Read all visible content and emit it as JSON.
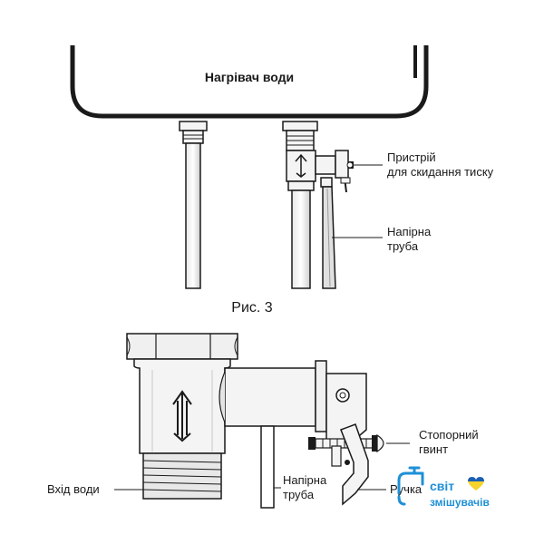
{
  "top_diagram": {
    "tank_label": "Нагрівач води",
    "valve_label_line1": "Пристрій",
    "valve_label_line2": "для скидання тиску",
    "pipe_label_line1": "Напірна",
    "pipe_label_line2": "труба"
  },
  "figure_caption": "Рис. 3",
  "bottom_diagram": {
    "water_inlet_label": "Вхід води",
    "pressure_pipe_line1": "Напірна",
    "pressure_pipe_line2": "труба",
    "lock_screw_line1": "Стопорний",
    "lock_screw_line2": "гвинт",
    "handle_label": "Ручка"
  },
  "watermark": {
    "line1": "світ",
    "line2": "змішувачів"
  },
  "colors": {
    "ink": "#1a1a1a",
    "fill": "#f4f4f4",
    "shade": "#d8d8d8",
    "watermark_blue": "#1e90d6",
    "flag_blue": "#1a5fb4",
    "flag_yellow": "#f6d32d"
  }
}
